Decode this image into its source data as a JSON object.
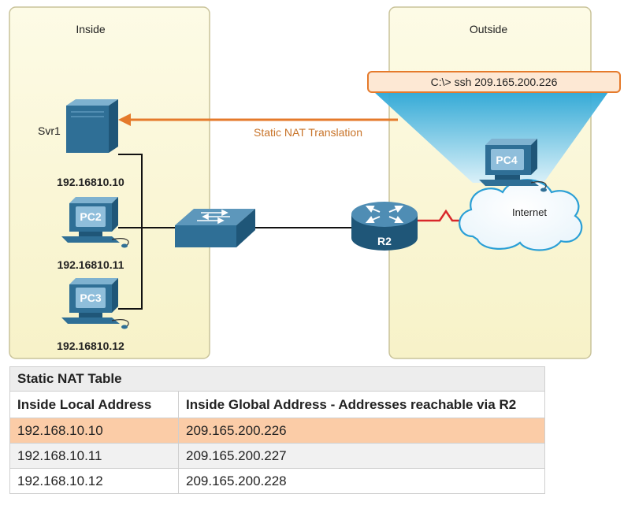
{
  "zones": {
    "inside": "Inside",
    "outside": "Outside"
  },
  "devices": {
    "server": {
      "name": "Svr1",
      "ip": "192.16810.10"
    },
    "pc2": {
      "name": "PC2",
      "ip": "192.16810.11"
    },
    "pc3": {
      "name": "PC3",
      "ip": "192.16810.12"
    },
    "router": {
      "name": "R2"
    },
    "pc4": {
      "name": "PC4"
    },
    "cloud": {
      "name": "Internet"
    }
  },
  "command": "C:\\> ssh 209.165.200.226",
  "translation_label": "Static NAT Translation",
  "colors": {
    "zone_fill": "#fbf8d8",
    "device_blue": "#2f6f96",
    "arrow_orange": "#e57a2b",
    "highlight_row": "#fbcca7",
    "serial_link": "#d9282b"
  },
  "nat_table": {
    "title": "Static NAT Table",
    "headers": [
      "Inside Local Address",
      "Inside Global Address - Addresses reachable via R2"
    ],
    "rows": [
      [
        "192.168.10.10",
        "209.165.200.226"
      ],
      [
        "192.168.10.11",
        "209.165.200.227"
      ],
      [
        "192.168.10.12",
        "209.165.200.228"
      ]
    ]
  }
}
